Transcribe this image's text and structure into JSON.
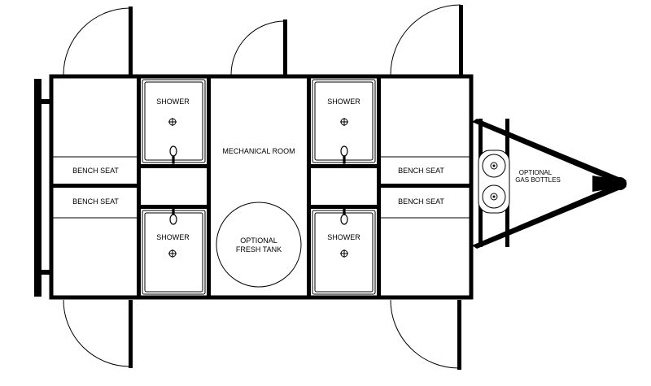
{
  "labels": {
    "shower": "SHOWER",
    "bench_seat": "BENCH SEAT",
    "mechanical_room": "MECHANICAL ROOM",
    "fresh_tank_line1": "OPTIONAL",
    "fresh_tank_line2": "FRESH TANK",
    "gas_line1": "OPTIONAL",
    "gas_line2": "GAS BOTTLES"
  },
  "colors": {
    "line": "#000000",
    "background": "#ffffff"
  }
}
